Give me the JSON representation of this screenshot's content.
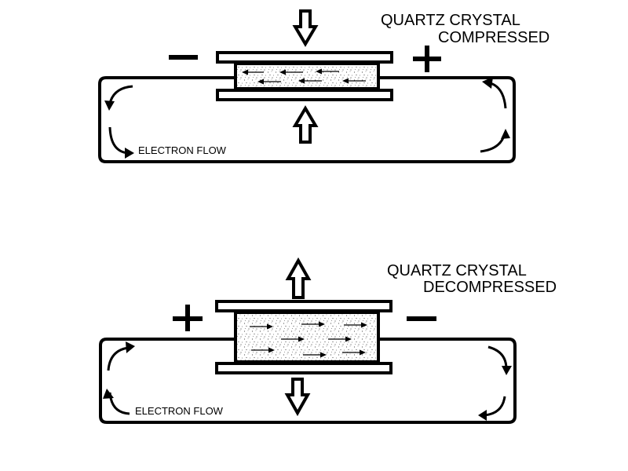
{
  "compressed": {
    "title_line1": "QUARTZ CRYSTAL",
    "title_line2": "COMPRESSED",
    "left_sign": "−",
    "right_sign": "+",
    "flow_label": "ELECTRON FLOW"
  },
  "decompressed": {
    "title_line1": "QUARTZ CRYSTAL",
    "title_line2": "DECOMPRESSED",
    "left_sign": "+",
    "right_sign": "−",
    "flow_label": "ELECTRON FLOW"
  }
}
